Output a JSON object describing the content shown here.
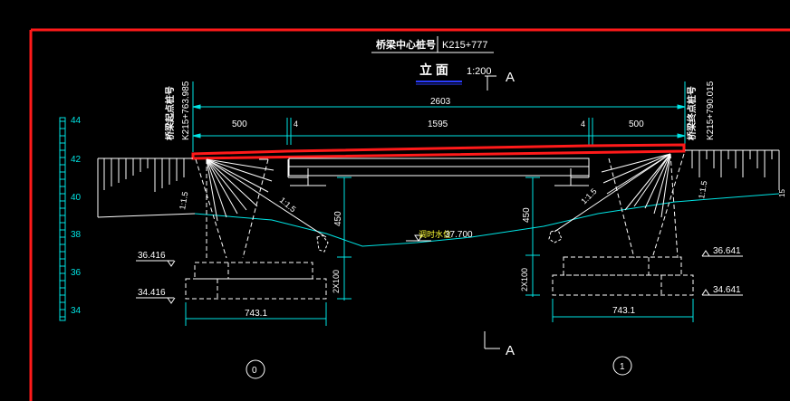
{
  "title": {
    "center_stake_label": "桥梁中心桩号",
    "center_stake_value": "K215+777",
    "elevation_view": "立 面",
    "scale": "1:200"
  },
  "section_marker": "A",
  "start_stake": {
    "label": "桥梁起点桩号",
    "value": "K215+763.985"
  },
  "end_stake": {
    "label": "桥梁终点桩号",
    "value": "K215+790.015"
  },
  "dimensions": {
    "total": "2603",
    "left_span": "500",
    "left_gap": "4",
    "main_span": "1595",
    "right_gap": "4",
    "right_span": "500",
    "left_height": "450",
    "right_height": "450",
    "left_pile": "2X100",
    "right_pile": "2X100",
    "left_footing_width": "743.1",
    "right_footing_width": "743.1"
  },
  "slopes": [
    "1:1.5",
    "1:1.5",
    "1:1.5",
    "1:1.5"
  ],
  "water_level": {
    "label": "调时水位",
    "value": "37.700"
  },
  "elevations": {
    "left_top": "36.416",
    "left_bottom": "34.416",
    "right_top": "36.641",
    "right_bottom": "34.641"
  },
  "scale_ruler": [
    "44",
    "42",
    "40",
    "38",
    "36",
    "34"
  ],
  "abutments": [
    "0",
    "1"
  ],
  "edge_mark": "15",
  "colors": {
    "line": "#00e5e5",
    "white": "#ffffff",
    "red": "#ff1a1a",
    "yellow": "#ffff33",
    "blue": "#2a3cff",
    "background": "#000000"
  }
}
